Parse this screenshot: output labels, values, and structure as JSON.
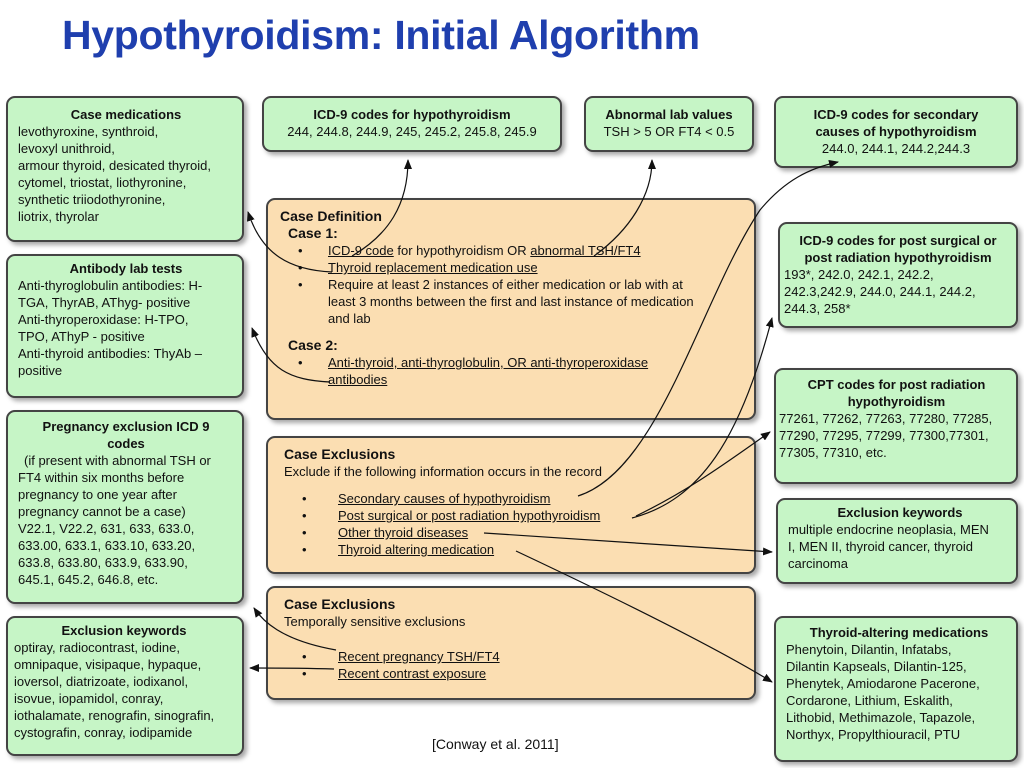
{
  "title": "Hypothyroidism: Initial Algorithm",
  "citation": "[Conway et al. 2011]",
  "case_medications": {
    "heading": "Case medications",
    "lines": [
      "levothyroxine, synthroid,",
      "levoxyl unithroid,",
      "armour thyroid, desicated thyroid,",
      "cytomel, triostat, liothyronine,",
      "synthetic triiodothyronine,",
      "liotrix, thyrolar"
    ]
  },
  "antibody_lab_tests": {
    "heading": "Antibody lab tests",
    "lines": [
      "Anti-thyroglobulin antibodies: H-",
      "TGA, ThyrAB, AThyg- positive",
      "Anti-thyroperoxidase: H-TPO,",
      "TPO, AThyP  - positive",
      "Anti-thyroid antibodies: ThyAb –",
      "positive"
    ]
  },
  "pregnancy_exclusion": {
    "heading": [
      "Pregnancy exclusion ICD 9",
      "codes"
    ],
    "lines": [
      "(if present with abnormal TSH or",
      "FT4 within six months before",
      "pregnancy to one year after",
      "pregnancy cannot be a case)",
      "V22.1, V22.2, 631, 633, 633.0,",
      "633.00,  633.1, 633.10, 633.20,",
      "633.8, 633.80, 633.9, 633.90,",
      "645.1, 645.2, 646.8, etc."
    ]
  },
  "exclusion_keywords_left": {
    "heading": "Exclusion keywords",
    "lines": [
      "optiray, radiocontrast, iodine,",
      "omnipaque, visipaque, hypaque,",
      "ioversol, diatrizoate, iodixanol,",
      "isovue, iopamidol, conray,",
      "iothalamate, renografin, sinografin,",
      "cystografin, conray, iodipamide"
    ]
  },
  "icd9_hypothyroidism": {
    "heading": "ICD-9 codes for hypothyroidism",
    "text": "244, 244.8, 244.9, 245, 245.2, 245.8, 245.9"
  },
  "abnormal_lab_values": {
    "heading": "Abnormal lab values",
    "text": "TSH > 5 OR FT4 < 0.5"
  },
  "icd9_secondary": {
    "heading": [
      "ICD-9 codes for secondary",
      "causes of hypothyroidism"
    ],
    "text": "244.0, 244.1, 244.2,244.3"
  },
  "icd9_post_surgical": {
    "heading": [
      "ICD-9 codes for post surgical or",
      "post radiation hypothyroidism"
    ],
    "lines": [
      "193*, 242.0, 242.1, 242.2,",
      "242.3,242.9, 244.0, 244.1, 244.2,",
      "244.3, 258*"
    ]
  },
  "cpt_post_radiation": {
    "heading": [
      "CPT codes for post radiation",
      "hypothyroidism"
    ],
    "lines": [
      "77261, 77262, 77263, 77280,  77285,",
      "77290, 77295, 77299, 77300,77301,",
      "77305, 77310, etc."
    ]
  },
  "exclusion_keywords_right": {
    "heading": "Exclusion keywords",
    "lines": [
      "multiple endocrine neoplasia, MEN",
      "I,  MEN II,  thyroid cancer, thyroid",
      "carcinoma"
    ]
  },
  "thyroid_altering_medications": {
    "heading": "Thyroid-altering medications",
    "lines": [
      "Phenytoin, Dilantin, Infatabs,",
      "Dilantin Kapseals, Dilantin-125,",
      "Phenytek, Amiodarone Pacerone,",
      "Cordarone, Lithium, Eskalith,",
      "Lithobid, Methimazole, Tapazole,",
      "Northyx, Propylthiouracil, PTU"
    ]
  },
  "case_definition": {
    "heading": "Case Definition",
    "case1_label": "Case 1:",
    "case1_item1_link1": "ICD-9 code",
    "case1_item1_mid": " for hypothyroidism OR ",
    "case1_item1_link2": "abnormal TSH/FT4",
    "case1_item2": "Thyroid replacement medication use",
    "case1_item3": [
      "Require at least 2 instances of either medication or lab with at",
      "least 3 months between the first and last instance of medication",
      "and lab"
    ],
    "case2_label": "Case 2:",
    "case2_item1": [
      "Anti-thyroid, anti-thyroglobulin, OR anti-thyroperoxidase",
      "antibodies"
    ]
  },
  "case_exclusions_1": {
    "heading": "Case Exclusions",
    "subtitle": "Exclude if the following information occurs in the record",
    "items": [
      "Secondary causes of hypothyroidism",
      "Post surgical or post radiation hypothyroidism",
      "Other thyroid diseases",
      "Thyroid altering medication"
    ]
  },
  "case_exclusions_2": {
    "heading": "Case Exclusions",
    "subtitle": "Temporally sensitive exclusions",
    "items": [
      "Recent pregnancy TSH/FT4",
      "Recent contrast exposure"
    ]
  }
}
